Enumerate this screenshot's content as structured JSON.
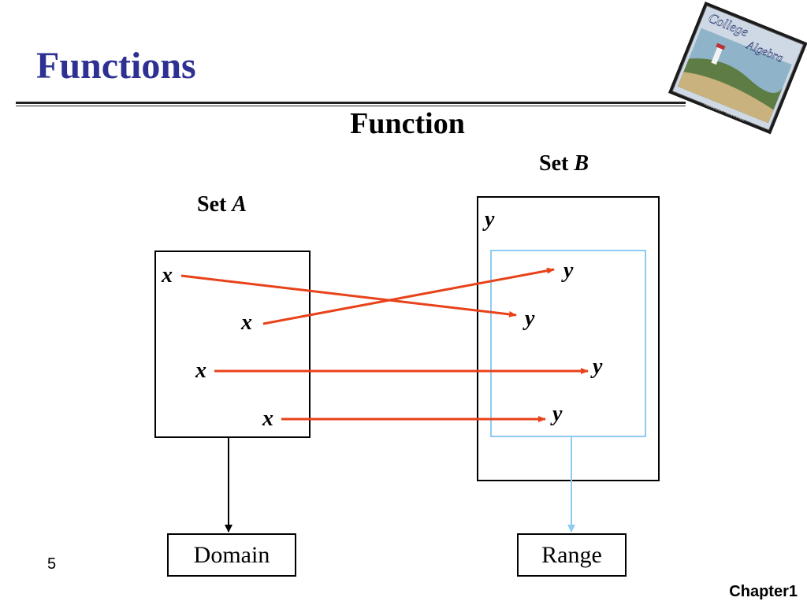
{
  "slide": {
    "title": "Functions",
    "page_number": "5",
    "footer": "Chapter1"
  },
  "logo": {
    "title_word1": "College",
    "title_word2": "Algebra",
    "tag": "HIBBELER · MARTINEZ"
  },
  "diagram": {
    "title": "Function",
    "set_a": {
      "prefix": "Set ",
      "name": "A"
    },
    "set_b": {
      "prefix": "Set ",
      "name": "B"
    },
    "x_label": "x",
    "y_label": "y",
    "domain_label": "Domain",
    "range_label": "Range"
  },
  "colors": {
    "title": "#2e3192",
    "arrow": "#e8421a",
    "range_box": "#8ecbf0"
  }
}
